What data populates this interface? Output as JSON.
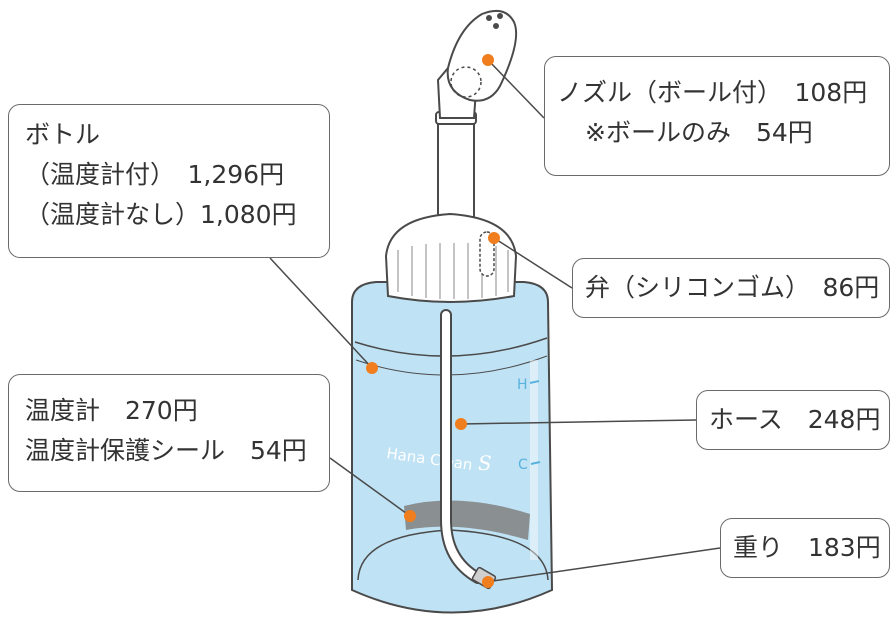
{
  "callouts": {
    "bottle": {
      "title": "ボトル",
      "with_thermometer": "（温度計付）　1,296円",
      "without_thermometer": "（温度計なし）1,080円"
    },
    "thermometer": {
      "line1": "温度計　270円",
      "line2": "温度計保護シール　54円"
    },
    "nozzle": {
      "line1": "ノズル（ボール付）　108円",
      "line2": "※ボールのみ　54円"
    },
    "valve": {
      "line1": "弁（シリコンゴム）　86円"
    },
    "hose": {
      "line1": "ホース　248円"
    },
    "weight": {
      "line1": "重り　183円"
    }
  },
  "bottle_print": {
    "brand": "Hana Clean",
    "brand_mark": "S",
    "mark_hot": "H",
    "mark_cold": "C"
  },
  "colors": {
    "bottle": "#bfe2f4",
    "bottle_outline": "#4a4a4a",
    "marker": "#f07d1e",
    "leader": "#4a4a4a",
    "print_text": "#ffffff",
    "mark_text": "#5ab2de",
    "sticker": "#8a8f92"
  }
}
